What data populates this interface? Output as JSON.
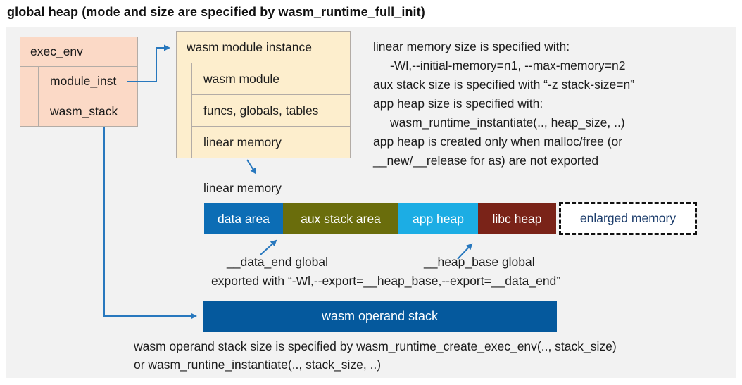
{
  "title": "global heap (mode and size are specified by wasm_runtime_full_init)",
  "exec_env": {
    "header": "exec_env",
    "rows": [
      "module_inst",
      "wasm_stack"
    ]
  },
  "module_instance": {
    "header": "wasm module instance",
    "rows": [
      "wasm module",
      "funcs, globals, tables",
      "linear memory"
    ]
  },
  "notes": {
    "lines": [
      "linear memory size is specified with:",
      "-Wl,--initial-memory=n1, --max-memory=n2",
      "aux stack size is specified with “-z stack-size=n”",
      "app heap size is specified with:",
      "wasm_runtime_instantiate(.., heap_size, ..)",
      "app heap is created only when malloc/free (or",
      "__new/__release for as) are not exported"
    ]
  },
  "linear_memory": {
    "label": "linear memory",
    "segments": [
      {
        "label": "data area",
        "color": "#0c6db5"
      },
      {
        "label": "aux stack area",
        "color": "#6a6d0c"
      },
      {
        "label": "app heap",
        "color": "#1cade4"
      },
      {
        "label": "libc heap",
        "color": "#7a2318"
      }
    ],
    "enlarged": {
      "label": "enlarged memory",
      "text_color": "#1b3c6b"
    }
  },
  "annotations": {
    "data_end": "__data_end global",
    "heap_base": "__heap_base global",
    "exported": "exported with “-Wl,--export=__heap_base,--export=__data_end”"
  },
  "operand_stack": {
    "label": "wasm operand stack",
    "color": "#05599d",
    "note_line1": "wasm operand stack size is specified by wasm_runtime_create_exec_env(.., stack_size)",
    "note_line2": "or wasm_runtine_instantiate(.., stack_size, ..)"
  },
  "colors": {
    "panel_bg": "#f2f2f2",
    "exec_env_fill": "#fbd9c6",
    "module_instance_fill": "#fdeecd",
    "connector_blue": "#2878be"
  }
}
